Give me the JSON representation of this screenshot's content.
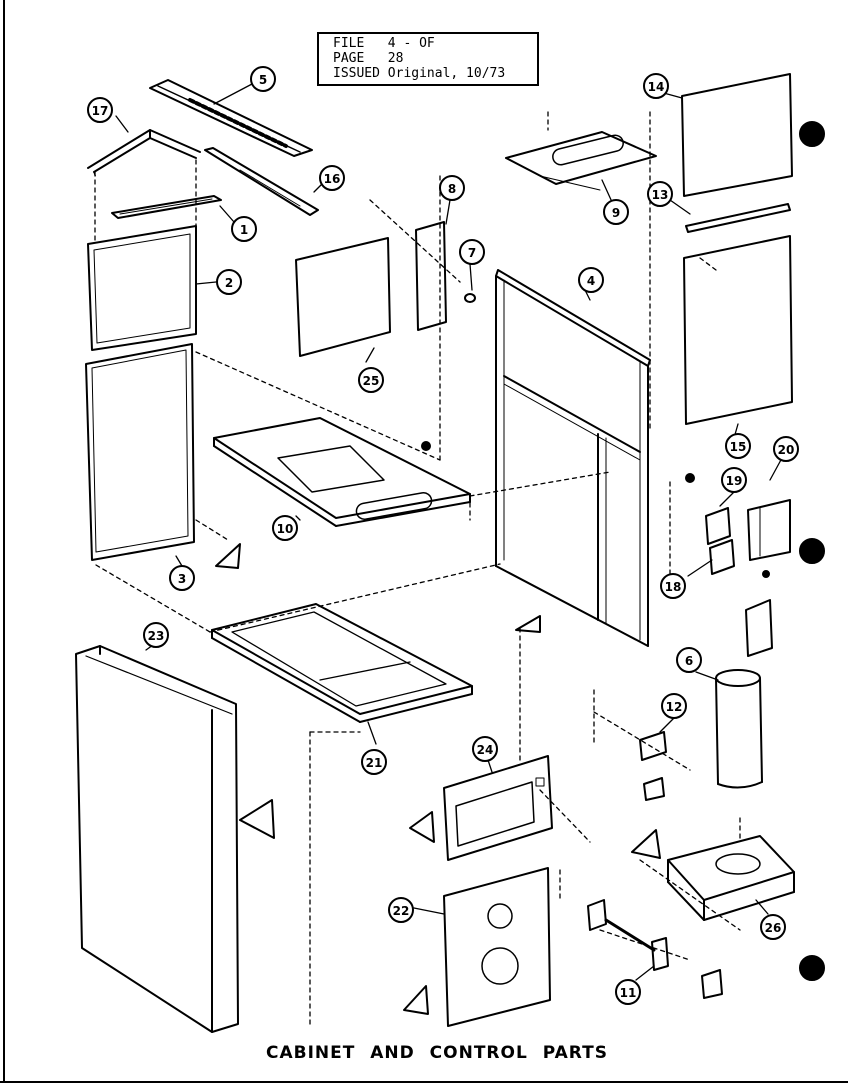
{
  "header": {
    "file_line": "FILE   4 - OF",
    "page_line": "PAGE   28",
    "issued_line": "ISSUED Original, 10/73"
  },
  "caption": "CABINET AND CONTROL PARTS",
  "callouts": [
    "1",
    "2",
    "3",
    "4",
    "5",
    "6",
    "7",
    "8",
    "9",
    "10",
    "11",
    "12",
    "13",
    "14",
    "15",
    "16",
    "17",
    "18",
    "19",
    "20",
    "21",
    "22",
    "23",
    "24",
    "25",
    "26"
  ]
}
